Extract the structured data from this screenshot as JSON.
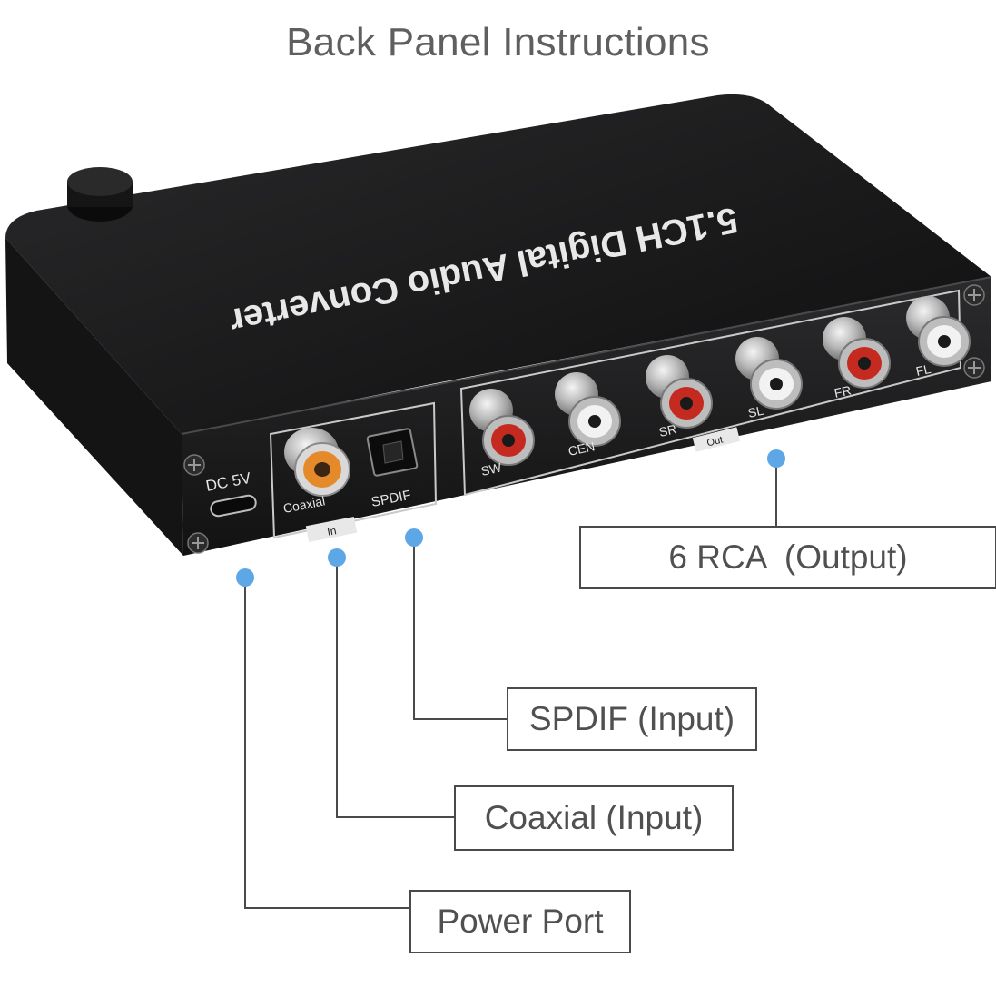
{
  "title": "Back Panel Instructions",
  "device": {
    "name": "5.1CH Digital Audio Converter",
    "power_label": "DC  5V",
    "input_group_label": "In",
    "output_group_label": "Out",
    "coaxial_label": "Coaxial",
    "spdif_label": "SPDIF",
    "out_labels": {
      "sw": "SW",
      "cen": "CEN",
      "sr": "SR",
      "sl": "SL",
      "fr": "FR",
      "fl": "FL"
    }
  },
  "callouts": {
    "rca_output": "6 RCA  (Output)",
    "spdif_input": "SPDIF (Input)",
    "coaxial_input": "Coaxial (Input)",
    "power_port": "Power Port"
  },
  "colors": {
    "device_body": "#1c1c1c",
    "accent_dot": "#5da7e6",
    "leader_line": "#4a4a4a",
    "jack_red": "#c42a1f",
    "jack_white": "#f2f2f2",
    "coax_orange": "#e58a2a"
  }
}
